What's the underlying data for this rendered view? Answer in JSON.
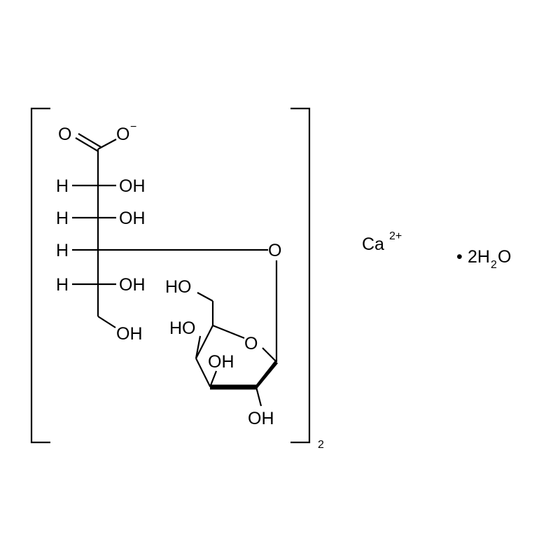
{
  "structure": {
    "carboxylate": {
      "o_double": "O",
      "o_minus": "O",
      "charge": "−"
    },
    "chain": {
      "row1": {
        "h": "H",
        "oh": "OH"
      },
      "row2": {
        "h": "H",
        "oh": "OH"
      },
      "row3": {
        "h": "H",
        "o": "O"
      },
      "row4": {
        "h": "H",
        "oh": "OH"
      },
      "row5": {
        "oh": "OH"
      }
    },
    "ring": {
      "ch2oh": "HO",
      "ring_o": "O",
      "oh_c4": "HO",
      "oh_c3": "OH",
      "oh_c2": "OH"
    },
    "multiplier": "2"
  },
  "counter_ion": {
    "symbol": "Ca",
    "charge": "2+"
  },
  "hydrate": {
    "dot": "•",
    "text": "2H",
    "sub": "2",
    "tail": "O"
  },
  "colors": {
    "ink": "#000000",
    "background": "#ffffff"
  }
}
